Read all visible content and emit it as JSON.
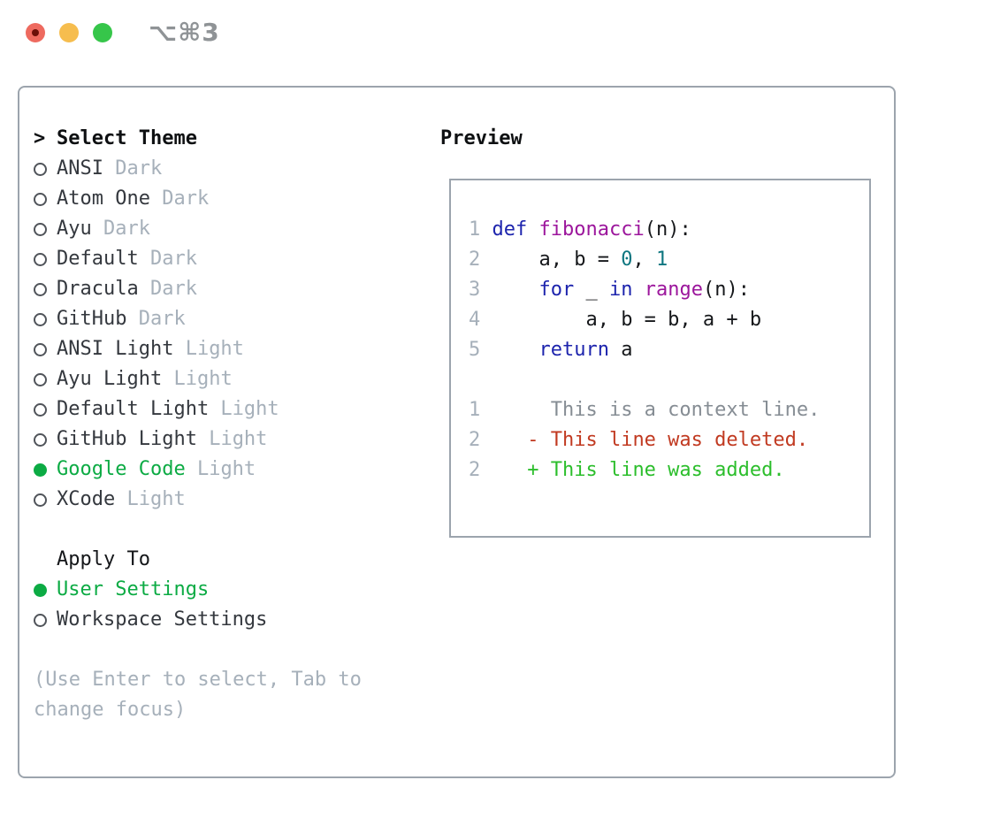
{
  "titlebar": {
    "title": "⌥⌘3"
  },
  "theme_selector": {
    "header": {
      "marker": ">",
      "label": "Select Theme"
    },
    "themes": [
      {
        "name": "ANSI",
        "variant": "Dark",
        "selected": false
      },
      {
        "name": "Atom One",
        "variant": "Dark",
        "selected": false
      },
      {
        "name": "Ayu",
        "variant": "Dark",
        "selected": false
      },
      {
        "name": "Default",
        "variant": "Dark",
        "selected": false
      },
      {
        "name": "Dracula",
        "variant": "Dark",
        "selected": false
      },
      {
        "name": "GitHub",
        "variant": "Dark",
        "selected": false
      },
      {
        "name": "ANSI Light",
        "variant": "Light",
        "selected": false
      },
      {
        "name": "Ayu Light",
        "variant": "Light",
        "selected": false
      },
      {
        "name": "Default Light",
        "variant": "Light",
        "selected": false
      },
      {
        "name": "GitHub Light",
        "variant": "Light",
        "selected": false
      },
      {
        "name": "Google Code",
        "variant": "Light",
        "selected": true
      },
      {
        "name": "XCode",
        "variant": "Light",
        "selected": false
      }
    ]
  },
  "apply_to": {
    "label": "Apply To",
    "options": [
      {
        "name": "User Settings",
        "selected": true
      },
      {
        "name": "Workspace Settings",
        "selected": false
      }
    ]
  },
  "help": {
    "line1": "(Use Enter to select, Tab to",
    "line2": "change focus)"
  },
  "preview": {
    "title": "Preview",
    "lines": [
      {
        "num": "1",
        "tokens": [
          [
            "kw",
            "def"
          ],
          [
            "pl",
            " "
          ],
          [
            "fn",
            "fibonacci"
          ],
          [
            "pl",
            "(n):"
          ]
        ]
      },
      {
        "num": "2",
        "tokens": [
          [
            "pl",
            "    a, b = "
          ],
          [
            "num",
            "0"
          ],
          [
            "pl",
            ", "
          ],
          [
            "num",
            "1"
          ]
        ]
      },
      {
        "num": "3",
        "tokens": [
          [
            "pl",
            "    "
          ],
          [
            "kw",
            "for"
          ],
          [
            "pl",
            " _ "
          ],
          [
            "kw",
            "in"
          ],
          [
            "pl",
            " "
          ],
          [
            "fn",
            "range"
          ],
          [
            "pl",
            "(n):"
          ]
        ]
      },
      {
        "num": "4",
        "tokens": [
          [
            "pl",
            "        a, b = b, a + b"
          ]
        ]
      },
      {
        "num": "5",
        "tokens": [
          [
            "pl",
            "    "
          ],
          [
            "kw",
            "return"
          ],
          [
            "pl",
            " a"
          ]
        ]
      },
      {
        "num": "",
        "tokens": []
      },
      {
        "num": "1",
        "tokens": [
          [
            "ctx",
            "     This is a context line."
          ]
        ]
      },
      {
        "num": "2",
        "tokens": [
          [
            "del",
            "   - This line was deleted."
          ]
        ]
      },
      {
        "num": "2",
        "tokens": [
          [
            "add",
            "   + This line was added."
          ]
        ]
      }
    ]
  },
  "colors": {
    "accent_green": "#0cab44",
    "muted_gray": "#a6b0ba",
    "panel_border": "#9ca4ad",
    "syntax_keyword": "#1d24ad",
    "syntax_function": "#9c169c",
    "syntax_number": "#0e7680",
    "diff_deleted": "#c13a21",
    "diff_added": "#2cbe2c",
    "diff_context": "#868d94",
    "traffic_red": "#ee6a5f",
    "traffic_yellow": "#f6bd4e",
    "traffic_green": "#36c64a"
  }
}
